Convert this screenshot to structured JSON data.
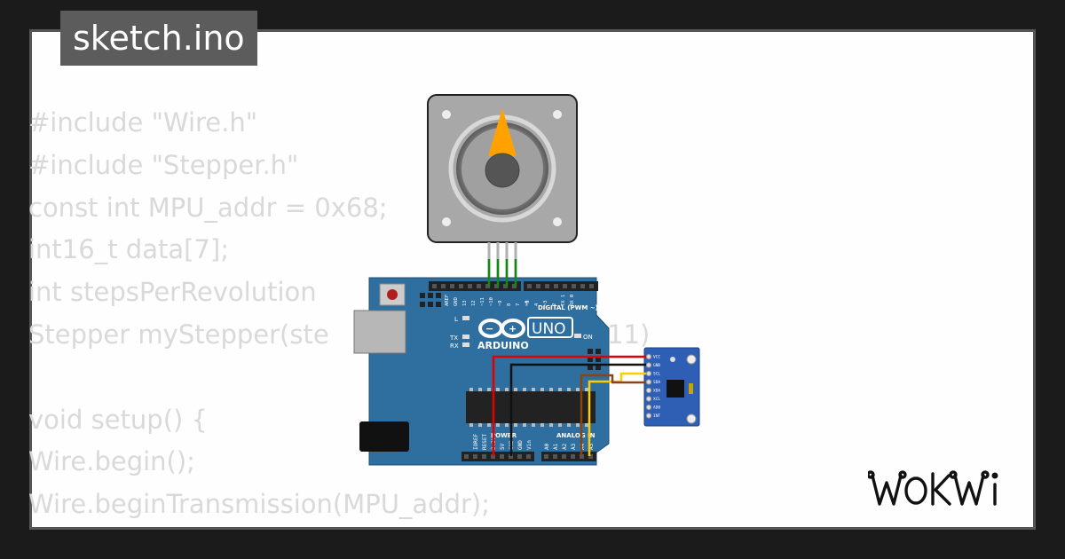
{
  "sketch": {
    "filename": "sketch.ino"
  },
  "code_lines": [
    "#include \"Wire.h\"",
    "#include \"Stepper.h\"",
    "const int MPU_addr = 0x68;",
    "int16_t data[7];",
    "int stepsPerRevolution",
    "Stepper myStepper(ste                                  11)",
    "",
    "void setup() {",
    "Wire.begin();",
    "Wire.beginTransmission(MPU_addr);"
  ],
  "board": {
    "brand": "ARDUINO",
    "model": "UNO",
    "digital_header": "DIGITAL (PWM ~)",
    "on_label": "ON",
    "led_labels": [
      "L",
      "TX",
      "RX"
    ],
    "top_pins": [
      "AREF",
      "GND",
      "13",
      "12",
      "~11",
      "~10",
      "~9",
      "8",
      "7",
      "~6",
      "~5",
      "4",
      "~3",
      "2",
      "TX 1",
      "RX 0"
    ],
    "power_header": "POWER",
    "analog_header": "ANALOG IN",
    "power_pins": [
      "IOREF",
      "RESET",
      "3.3V",
      "5V",
      "GND",
      "GND",
      "Vin"
    ],
    "analog_pins": [
      "A0",
      "A1",
      "A2",
      "A3",
      "A4",
      "A5"
    ]
  },
  "sensor": {
    "pins": [
      "VCC",
      "GND",
      "SCL",
      "SDA",
      "XDA",
      "XCL",
      "AD0",
      "INT"
    ]
  },
  "colors": {
    "board_blue": "#2f6fa0",
    "motor_gray": "#a8a8a8",
    "needle_orange": "#ffa200",
    "wire_red": "#e00000",
    "wire_black": "#111111",
    "wire_yellow": "#ffcc00",
    "wire_brown": "#8b4513",
    "wire_green": "#118811"
  },
  "brand_logo": "WOKWI"
}
